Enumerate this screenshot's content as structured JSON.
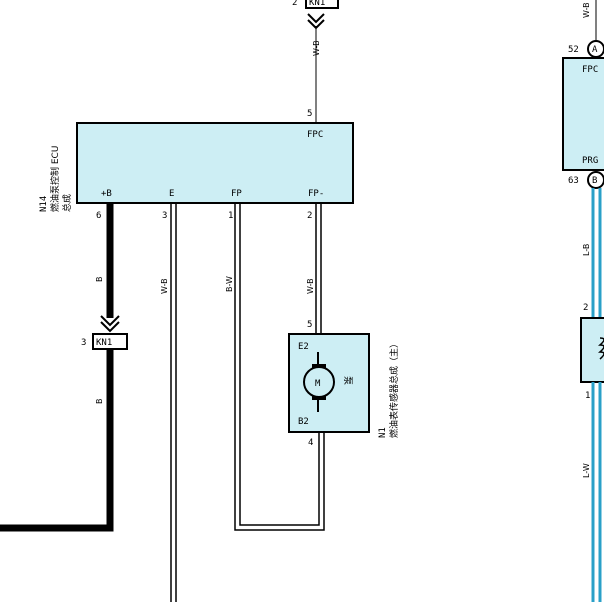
{
  "ecu": {
    "id": "N14",
    "name_line1": "燃油泵控制 ECU",
    "name_line2": "总成",
    "pins": {
      "fpc": "FPC",
      "plus_b": "+B",
      "e": "E",
      "fp": "FP",
      "fp_minus": "FP-"
    },
    "pin_numbers": {
      "fpc": "5",
      "plus_b": "6",
      "e": "3",
      "fp": "1",
      "fp_minus": "2"
    }
  },
  "connector_top": {
    "label": "KN1",
    "pin": "2"
  },
  "connector_left": {
    "label": "KN1",
    "pin": "3"
  },
  "wire_colors": {
    "top": "W-B",
    "plus_b_upper": "B",
    "plus_b_lower": "B",
    "e": "W-B",
    "fp": "B-W",
    "fp_minus": "W-B"
  },
  "pump": {
    "id": "N1",
    "name": "燃油表传感器总成（主）",
    "pin_e2": "E2",
    "pin_b2": "B2",
    "pin_e2_num": "5",
    "pin_b2_num": "4",
    "motor": "M",
    "pump_label": "泵"
  },
  "right_module": {
    "pin_top": "FPC",
    "pin_bottom": "PRG",
    "pin_top_num": "52",
    "pin_bottom_num": "63",
    "marker_a": "A",
    "marker_b": "B",
    "wire_upper": "L-B",
    "wire_lower": "L-W",
    "top_wire": "W-B",
    "coil_pin_top": "2",
    "coil_pin_bottom": "1"
  }
}
